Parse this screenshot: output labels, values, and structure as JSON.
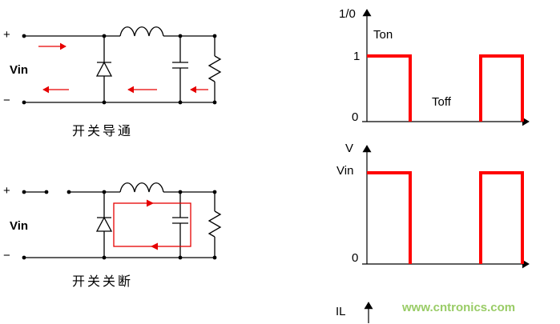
{
  "colors": {
    "wire": "#000000",
    "arrow_red": "#e60000",
    "pulse_red": "#ff0000",
    "watermark_green": "#99cc66"
  },
  "circuit_on": {
    "caption": "开关导通",
    "plus_label": "+",
    "minus_label": "−",
    "source_label": "Vin"
  },
  "circuit_off": {
    "caption": "开关关断",
    "plus_label": "+",
    "minus_label": "−",
    "source_label": "Vin"
  },
  "plots": {
    "gate": {
      "axis_label": "1/0",
      "on_time_label": "Ton",
      "off_time_label": "Toff",
      "high_tick": "1",
      "low_tick": "0"
    },
    "voltage": {
      "axis_label": "V",
      "high_tick": "Vin",
      "low_tick": "0"
    },
    "inductor_current": {
      "axis_label": "IL"
    }
  },
  "watermark": "www.cntronics.com"
}
